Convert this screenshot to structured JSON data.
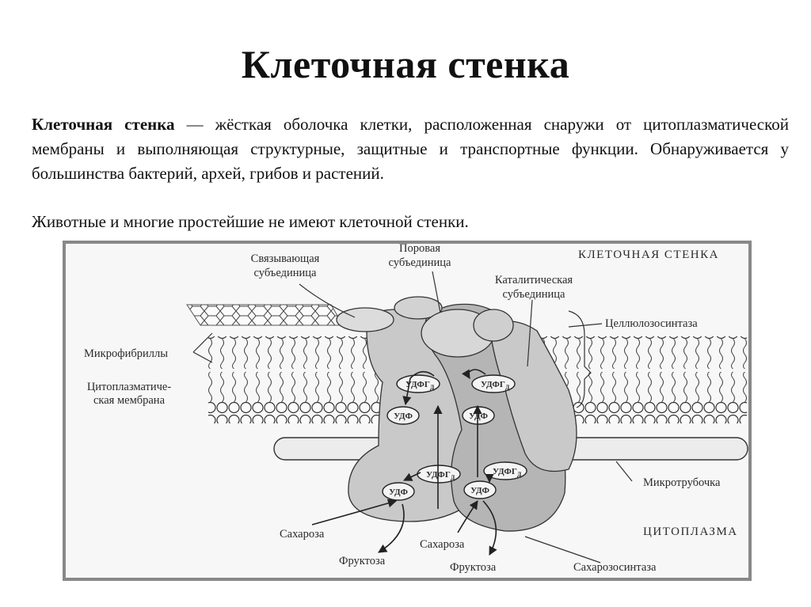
{
  "slide": {
    "title": "Клеточная стенка",
    "definition_term": "Клеточная стенка",
    "definition_rest": " — жёсткая оболочка клетки, расположенная снаружи от цитоплазматической мембраны и выполняющая структурные, защитные и транспортные функции. Обнаруживается у большинства бактерий, архей, грибов и растений.",
    "note": "Животные и многие простейшие не имеют клеточной стенки."
  },
  "diagram": {
    "labels": {
      "cell_wall": "КЛЕТОЧНАЯ СТЕНКА",
      "binding_subunit_1": "Связывающая",
      "binding_subunit_2": "субъединица",
      "pore_subunit_1": "Поровая",
      "pore_subunit_2": "субъединица",
      "catalytic_subunit_1": "Каталитическая",
      "catalytic_subunit_2": "субъединица",
      "cellulose_synthase": "Целлюлозосинтаза",
      "microfibrils": "Микрофибриллы",
      "membrane_1": "Цитоплазматиче-",
      "membrane_2": "ская мембрана",
      "microtubule": "Микротрубочка",
      "cytoplasm": "ЦИТОПЛАЗМА",
      "sucrose_left": "Сахароза",
      "sucrose_right": "Сахароза",
      "fructose_left": "Фруктоза",
      "fructose_right": "Фруктоза",
      "sucrose_synthase": "Сахарозосинтаза"
    },
    "molecules": {
      "udpg": "УДФГ",
      "udpg_sub": "Д",
      "udp": "УДФ"
    }
  }
}
